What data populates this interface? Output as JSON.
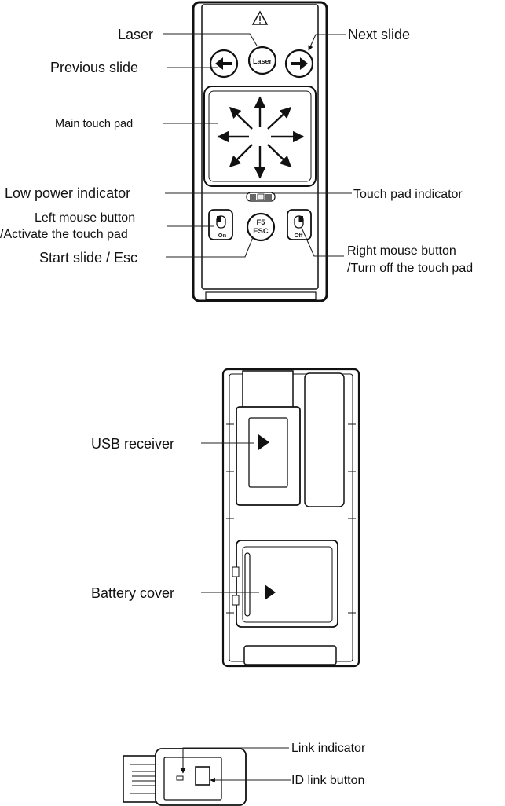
{
  "remote_front": {
    "labels": {
      "laser": "Laser",
      "next_slide": "Next slide",
      "previous_slide": "Previous slide",
      "main_touch_pad": "Main touch pad",
      "low_power_indicator": "Low power indicator",
      "touch_pad_indicator": "Touch pad indicator",
      "left_mouse_line1": "Left mouse button",
      "left_mouse_line2": "/Activate the touch pad",
      "start_slide": "Start slide / Esc",
      "right_mouse_line1": "Right mouse button",
      "right_mouse_line2": "/Turn off the touch pad"
    },
    "buttons": {
      "laser": "Laser",
      "f5": "F5",
      "esc": "ESC",
      "on": "On",
      "off": "Off"
    }
  },
  "remote_back": {
    "labels": {
      "usb_receiver": "USB receiver",
      "battery_cover": "Battery cover"
    }
  },
  "usb_dongle": {
    "labels": {
      "link_indicator": "Link indicator",
      "id_link_button": "ID link button"
    }
  }
}
